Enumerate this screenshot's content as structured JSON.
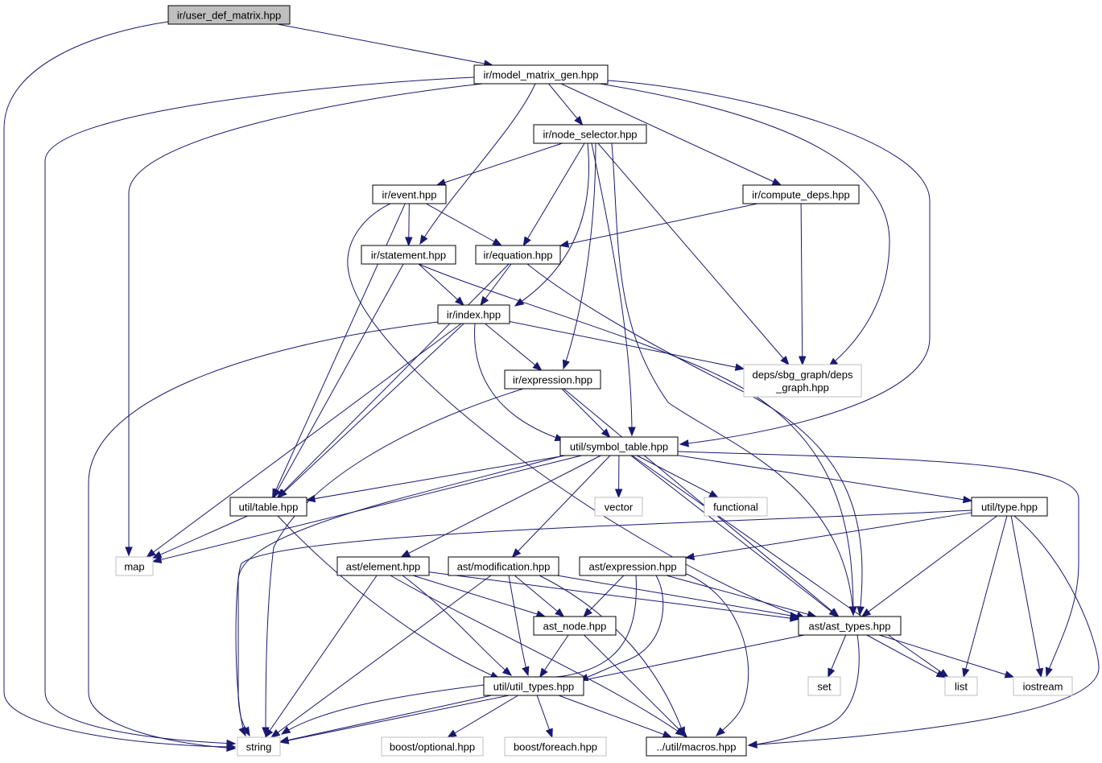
{
  "colors": {
    "edge": "#191970",
    "root_fill": "#bfbfbf",
    "root_border": "#000000",
    "doc_border": "#000000",
    "external_border": "#bfbfbf",
    "node_fill": "#ffffff"
  },
  "nodes": {
    "user_def_matrix": {
      "label": "ir/user_def_matrix.hpp",
      "kind": "root"
    },
    "model_matrix_gen": {
      "label": "ir/model_matrix_gen.hpp",
      "kind": "doc"
    },
    "node_selector": {
      "label": "ir/node_selector.hpp",
      "kind": "doc"
    },
    "event": {
      "label": "ir/event.hpp",
      "kind": "doc"
    },
    "compute_deps": {
      "label": "ir/compute_deps.hpp",
      "kind": "doc"
    },
    "statement": {
      "label": "ir/statement.hpp",
      "kind": "doc"
    },
    "equation": {
      "label": "ir/equation.hpp",
      "kind": "doc"
    },
    "index": {
      "label": "ir/index.hpp",
      "kind": "doc"
    },
    "deps_graph": {
      "label_line1": "deps/sbg_graph/deps",
      "label_line2": "_graph.hpp",
      "kind": "external"
    },
    "expression": {
      "label": "ir/expression.hpp",
      "kind": "doc"
    },
    "symbol_table": {
      "label": "util/symbol_table.hpp",
      "kind": "doc"
    },
    "table": {
      "label": "util/table.hpp",
      "kind": "doc"
    },
    "vector": {
      "label": "vector",
      "kind": "external"
    },
    "functional": {
      "label": "functional",
      "kind": "external"
    },
    "type": {
      "label": "util/type.hpp",
      "kind": "doc"
    },
    "map": {
      "label": "map",
      "kind": "external"
    },
    "ast_element": {
      "label": "ast/element.hpp",
      "kind": "doc"
    },
    "ast_modification": {
      "label": "ast/modification.hpp",
      "kind": "doc"
    },
    "ast_expression": {
      "label": "ast/expression.hpp",
      "kind": "doc"
    },
    "ast_node": {
      "label": "ast_node.hpp",
      "kind": "doc"
    },
    "ast_types": {
      "label": "ast/ast_types.hpp",
      "kind": "doc"
    },
    "util_types": {
      "label": "util/util_types.hpp",
      "kind": "doc"
    },
    "set": {
      "label": "set",
      "kind": "external"
    },
    "list": {
      "label": "list",
      "kind": "external"
    },
    "iostream": {
      "label": "iostream",
      "kind": "external"
    },
    "string": {
      "label": "string",
      "kind": "external"
    },
    "boost_optional": {
      "label": "boost/optional.hpp",
      "kind": "external"
    },
    "boost_foreach": {
      "label": "boost/foreach.hpp",
      "kind": "external"
    },
    "macros": {
      "label": "../util/macros.hpp",
      "kind": "doc"
    }
  },
  "edges": [
    [
      "user_def_matrix",
      "model_matrix_gen"
    ],
    [
      "user_def_matrix",
      "string"
    ],
    [
      "model_matrix_gen",
      "node_selector"
    ],
    [
      "model_matrix_gen",
      "compute_deps"
    ],
    [
      "model_matrix_gen",
      "statement"
    ],
    [
      "model_matrix_gen",
      "deps_graph"
    ],
    [
      "model_matrix_gen",
      "symbol_table"
    ],
    [
      "model_matrix_gen",
      "map"
    ],
    [
      "model_matrix_gen",
      "string"
    ],
    [
      "node_selector",
      "event"
    ],
    [
      "node_selector",
      "equation"
    ],
    [
      "node_selector",
      "index"
    ],
    [
      "node_selector",
      "expression"
    ],
    [
      "node_selector",
      "symbol_table"
    ],
    [
      "node_selector",
      "deps_graph"
    ],
    [
      "node_selector",
      "ast_types"
    ],
    [
      "event",
      "statement"
    ],
    [
      "event",
      "equation"
    ],
    [
      "event",
      "table"
    ],
    [
      "event",
      "ast_types"
    ],
    [
      "compute_deps",
      "equation"
    ],
    [
      "compute_deps",
      "deps_graph"
    ],
    [
      "statement",
      "index"
    ],
    [
      "statement",
      "table"
    ],
    [
      "statement",
      "ast_types"
    ],
    [
      "equation",
      "index"
    ],
    [
      "equation",
      "table"
    ],
    [
      "equation",
      "ast_types"
    ],
    [
      "index",
      "expression"
    ],
    [
      "index",
      "deps_graph"
    ],
    [
      "index",
      "symbol_table"
    ],
    [
      "index",
      "table"
    ],
    [
      "index",
      "map"
    ],
    [
      "index",
      "string"
    ],
    [
      "expression",
      "symbol_table"
    ],
    [
      "expression",
      "ast_types"
    ],
    [
      "expression",
      "string"
    ],
    [
      "symbol_table",
      "table"
    ],
    [
      "symbol_table",
      "vector"
    ],
    [
      "symbol_table",
      "functional"
    ],
    [
      "symbol_table",
      "type"
    ],
    [
      "symbol_table",
      "map"
    ],
    [
      "symbol_table",
      "ast_element"
    ],
    [
      "symbol_table",
      "ast_modification"
    ],
    [
      "symbol_table",
      "ast_types"
    ],
    [
      "symbol_table",
      "list"
    ],
    [
      "symbol_table",
      "iostream"
    ],
    [
      "symbol_table",
      "string"
    ],
    [
      "table",
      "map"
    ],
    [
      "table",
      "util_types"
    ],
    [
      "type",
      "ast_expression"
    ],
    [
      "type",
      "ast_types"
    ],
    [
      "type",
      "list"
    ],
    [
      "type",
      "iostream"
    ],
    [
      "type",
      "macros"
    ],
    [
      "type",
      "string"
    ],
    [
      "ast_element",
      "ast_node"
    ],
    [
      "ast_element",
      "ast_types"
    ],
    [
      "ast_element",
      "util_types"
    ],
    [
      "ast_element",
      "macros"
    ],
    [
      "ast_element",
      "string"
    ],
    [
      "ast_modification",
      "ast_node"
    ],
    [
      "ast_modification",
      "ast_types"
    ],
    [
      "ast_modification",
      "util_types"
    ],
    [
      "ast_modification",
      "macros"
    ],
    [
      "ast_modification",
      "string"
    ],
    [
      "ast_expression",
      "ast_node"
    ],
    [
      "ast_expression",
      "ast_types"
    ],
    [
      "ast_expression",
      "util_types"
    ],
    [
      "ast_expression",
      "macros"
    ],
    [
      "ast_expression",
      "string"
    ],
    [
      "ast_node",
      "util_types"
    ],
    [
      "ast_node",
      "macros"
    ],
    [
      "ast_types",
      "set"
    ],
    [
      "ast_types",
      "list"
    ],
    [
      "ast_types",
      "iostream"
    ],
    [
      "ast_types",
      "macros"
    ],
    [
      "ast_types",
      "string"
    ],
    [
      "util_types",
      "boost_optional"
    ],
    [
      "util_types",
      "boost_foreach"
    ],
    [
      "util_types",
      "macros"
    ],
    [
      "util_types",
      "string"
    ]
  ]
}
